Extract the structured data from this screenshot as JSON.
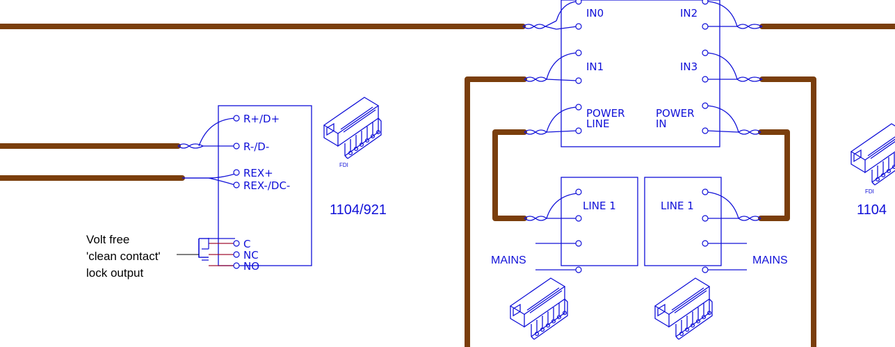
{
  "colors": {
    "wire": "#7a3e0c",
    "line": "#1010d8",
    "contact": "#a01030",
    "text": "#000000"
  },
  "reader_module": {
    "terminals": [
      "R+/D+",
      "R-/D-",
      "REX+",
      "REX-/DC-",
      "C",
      "NC",
      "NO"
    ],
    "note_lines": [
      "Volt free",
      "'clean contact'",
      "lock output"
    ]
  },
  "controller": {
    "inputs": {
      "in0": "IN0",
      "in1": "IN1",
      "in2": "IN2",
      "in3": "IN3"
    },
    "power_line": [
      "POWER",
      "LINE"
    ],
    "power_in": [
      "POWER",
      "IN"
    ]
  },
  "line_modules": {
    "left_label": "LINE 1",
    "right_label": "LINE 1",
    "mains": "MAINS"
  },
  "connectors": {
    "model_left": "1104/921",
    "model_right": "1104",
    "badge": "FDI"
  }
}
